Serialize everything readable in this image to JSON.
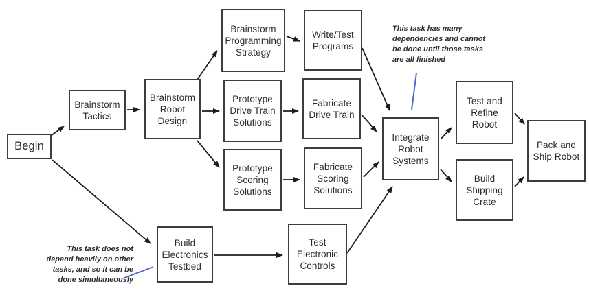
{
  "nodes": [
    {
      "id": "begin",
      "label": "Begin"
    },
    {
      "id": "tactics",
      "label": "Brainstorm\nTactics"
    },
    {
      "id": "design",
      "label": "Brainstorm\nRobot\nDesign"
    },
    {
      "id": "programming",
      "label": "Brainstorm\nProgramming\nStrategy"
    },
    {
      "id": "writetest",
      "label": "Write/Test\nPrograms"
    },
    {
      "id": "drivetrain",
      "label": "Prototype\nDrive Train\nSolutions"
    },
    {
      "id": "fabdrive",
      "label": "Fabricate\nDrive Train"
    },
    {
      "id": "scoring",
      "label": "Prototype\nScoring\nSolutions"
    },
    {
      "id": "fabscoring",
      "label": "Fabricate\nScoring\nSolutions"
    },
    {
      "id": "integrate",
      "label": "Integrate\nRobot\nSystems"
    },
    {
      "id": "testrefine",
      "label": "Test and\nRefine\nRobot"
    },
    {
      "id": "buildcrate",
      "label": "Build\nShipping\nCrate"
    },
    {
      "id": "pack",
      "label": "Pack and\nShip Robot"
    },
    {
      "id": "testbed",
      "label": "Build\nElectronics\nTestbed"
    },
    {
      "id": "testelec",
      "label": "Test\nElectronic\nControls"
    }
  ],
  "annotations": {
    "dependencies": {
      "text": "This task has many\ndependencies and cannot\nbe done until those tasks\nare all finished",
      "points_to": "Integrate Robot Systems"
    },
    "simultaneous": {
      "text": "This task does not\ndepend heavily on other\ntasks, and so it can be\ndone simultaneously",
      "points_to": "Build Electronics Testbed"
    }
  },
  "colors": {
    "background": "#ffffff",
    "box_border": "#3d3d3d",
    "box_fill": "#ffffff",
    "text": "#2d2d2d",
    "arrow": "#1c1c1c",
    "callout_line": "#4e68c8"
  }
}
